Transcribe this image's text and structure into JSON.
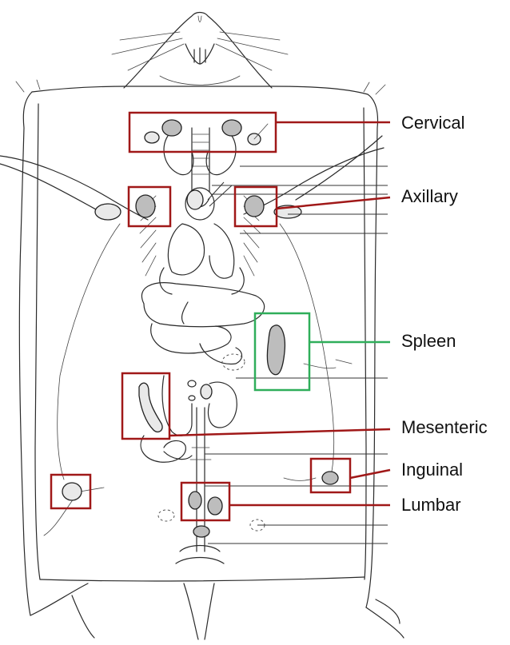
{
  "labels": {
    "cervical": "Cervical",
    "axillary": "Axillary",
    "spleen": "Spleen",
    "mesenteric": "Mesenteric",
    "inguinal": "Inguinal",
    "lumbar": "Lumbar"
  },
  "colors": {
    "lymph_node_box": "#a01818",
    "spleen_box": "#2fae5a",
    "line_art": "#2a2a2a"
  }
}
